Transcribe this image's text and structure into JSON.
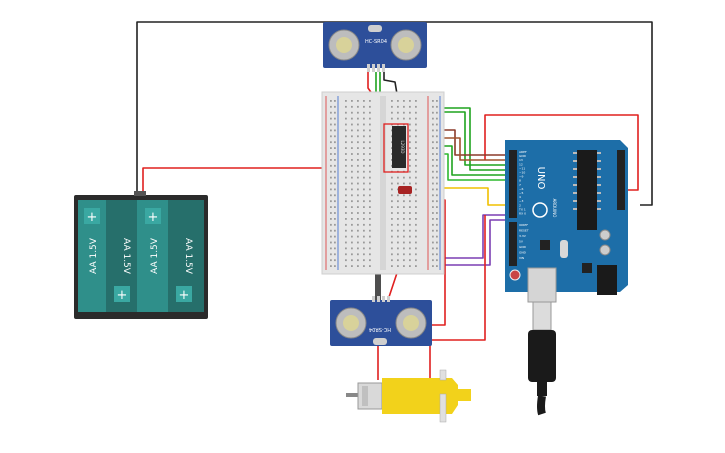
{
  "battery_pack": {
    "cells": [
      {
        "label": "AA 1.5V",
        "plus_top": true
      },
      {
        "label": "AA 1.5V",
        "plus_top": false
      },
      {
        "label": "AA 1.5V",
        "plus_top": true
      },
      {
        "label": "AA 1.5V",
        "plus_top": false
      }
    ],
    "plus_symbol": "+"
  },
  "sensor_top": {
    "label": "HC-SR04"
  },
  "sensor_bottom": {
    "label": "HC-SR04"
  },
  "arduino": {
    "brand_label": "UNO",
    "side_label": "ARDUINO",
    "pin_labels_left": [
      "AREF",
      "GND",
      "13",
      "12",
      "~11",
      "~10",
      "~9",
      "8",
      "7",
      "~6",
      "~5",
      "4",
      "~3",
      "2",
      "TX 1",
      "RX 0"
    ],
    "power_labels": [
      "IOREF",
      "RESET",
      "3.3V",
      "5V",
      "GND",
      "GND",
      "VIN"
    ]
  },
  "chip": {
    "label": "L293D"
  },
  "colors": {
    "wire_red": "#e0201f",
    "wire_black": "#222222",
    "wire_green": "#1fa31f",
    "wire_yellow": "#f0c000",
    "wire_purple": "#7b3fb3",
    "arduino_blue": "#1d6ea8",
    "battery_teal": "#2f8f8a",
    "motor_yellow": "#f2d21b",
    "sensor_blue": "#2d4f9a"
  }
}
